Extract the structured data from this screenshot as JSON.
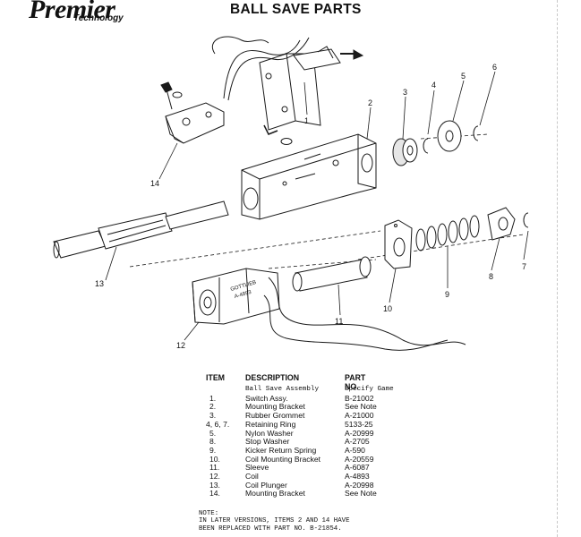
{
  "header": {
    "brand": "Premier",
    "brand_sub": "Technology",
    "title": "BALL SAVE PARTS"
  },
  "callouts": [
    "1",
    "2",
    "3",
    "4",
    "5",
    "6",
    "7",
    "8",
    "9",
    "10",
    "11",
    "12",
    "13",
    "14"
  ],
  "coil_label": {
    "line1": "GOTTLIEB",
    "line2": "A-4893"
  },
  "table": {
    "headers": {
      "item": "ITEM",
      "description": "DESCRIPTION",
      "part": "PART NO."
    },
    "rows": [
      {
        "item": "",
        "description": "Ball Save Assembly",
        "part": "Specify Game"
      },
      {
        "item": "1.",
        "description": "Switch Assy.",
        "part": "B-21002"
      },
      {
        "item": "2.",
        "description": "Mounting Bracket",
        "part": "See Note"
      },
      {
        "item": "3.",
        "description": "Rubber Grommet",
        "part": "A-21000"
      },
      {
        "item": "4, 6, 7.",
        "description": "Retaining Ring",
        "part": "5133-25"
      },
      {
        "item": "5.",
        "description": "Nylon Washer",
        "part": "A-20999"
      },
      {
        "item": "8.",
        "description": "Stop Washer",
        "part": "A-2705"
      },
      {
        "item": "9.",
        "description": "Kicker Return Spring",
        "part": "A-590"
      },
      {
        "item": "10.",
        "description": "Coil Mounting Bracket",
        "part": "A-20559"
      },
      {
        "item": "11.",
        "description": "Sleeve",
        "part": "A-6087"
      },
      {
        "item": "12.",
        "description": "Coil",
        "part": "A-4893"
      },
      {
        "item": "13.",
        "description": "Coil Plunger",
        "part": "A-20998"
      },
      {
        "item": "14.",
        "description": "Mounting Bracket",
        "part": "See Note"
      }
    ]
  },
  "note": {
    "label": "NOTE:",
    "line1": "IN LATER VERSIONS, ITEMS 2 AND 14 HAVE",
    "line2": "BEEN REPLACED WITH PART NO. B-21854."
  }
}
